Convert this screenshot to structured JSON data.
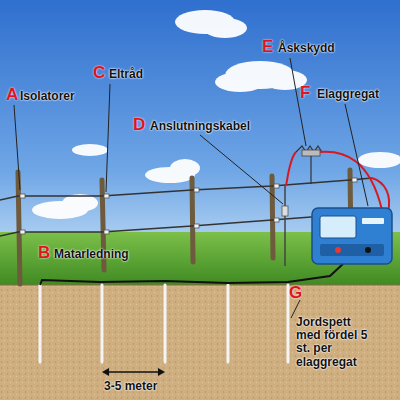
{
  "diagram": {
    "labels": [
      "A",
      "Isolatorer",
      "B",
      "Matarledning",
      "C",
      "Eltråd",
      "D",
      "Anslutningskabel",
      "E",
      "Åskskydd",
      "F",
      "Elaggregat",
      "G",
      "Jordspett med fördel 5 st. per elaggregat",
      "3-5 meter"
    ]
  }
}
